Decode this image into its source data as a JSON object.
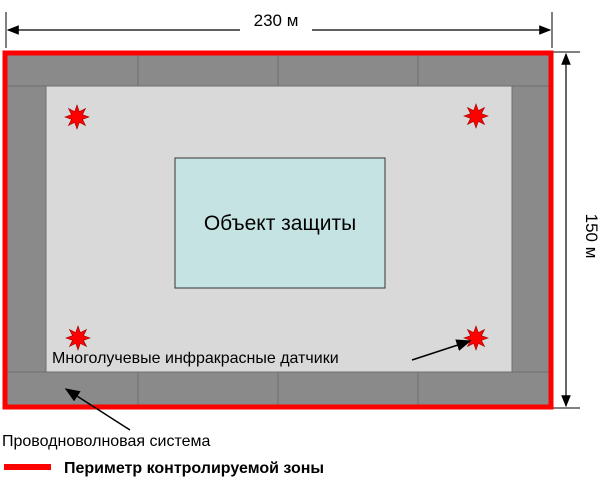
{
  "dimensions": {
    "width_label": "230 м",
    "height_label": "150 м"
  },
  "object": {
    "label": "Объект защиты"
  },
  "annotations": {
    "ir_sensors": "Многолучевые инфракрасные датчики",
    "wire_system": "Проводноволновая система"
  },
  "legend": {
    "perimeter_label": "Периметр контролируемой зоны"
  },
  "colors": {
    "perimeter": "#ff0000",
    "wall_segment": "#8a8a8a",
    "inner_zone": "#d9d9d9",
    "object_fill": "#c5e3e3",
    "sensor": "#ff0000"
  },
  "sensors": [
    "sensor-top-left",
    "sensor-top-right",
    "sensor-bottom-left",
    "sensor-bottom-right"
  ]
}
